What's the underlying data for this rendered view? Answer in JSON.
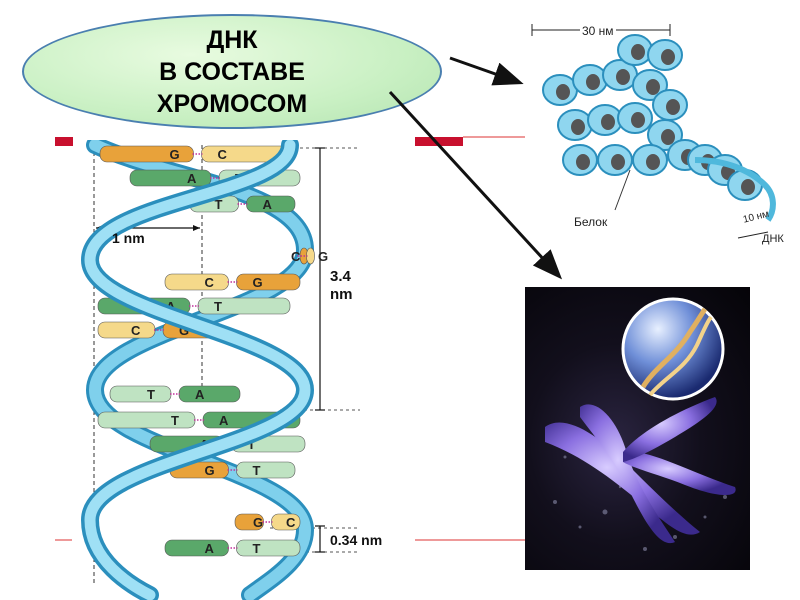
{
  "title": {
    "line1": "ДНК",
    "line2": "В СОСТАВЕ",
    "line3": "ХРОМОСОМ"
  },
  "dna_diagram": {
    "width_label": "1 nm",
    "turn_label_value": "3.4",
    "turn_label_unit": "nm",
    "base_step_label": "0.34 nm",
    "pairs": [
      {
        "left": "G",
        "right": "C"
      },
      {
        "left": "A",
        "right": "T"
      },
      {
        "left": "T",
        "right": "A"
      },
      {
        "left": "G",
        "right": "C"
      },
      {
        "left": "C",
        "right": "G"
      },
      {
        "left": "A",
        "right": "T"
      },
      {
        "left": "C",
        "right": "G"
      },
      {
        "left": "T",
        "right": "A"
      },
      {
        "left": "T",
        "right": "A"
      },
      {
        "left": "A",
        "right": "T"
      },
      {
        "left": "G",
        "right": "T"
      },
      {
        "left": "G",
        "right": "C"
      },
      {
        "left": "A",
        "right": "T"
      }
    ]
  },
  "chromatin_diagram": {
    "fiber_width_label": "30 нм",
    "protein_label": "Белок",
    "dna_width_label": "10 нм",
    "dna_label": "ДНК"
  },
  "colors": {
    "backbone": "#6ec6e6",
    "backbone_dark": "#2b8fbd",
    "guanine": "#e8a23a",
    "cytosine": "#f5d98a",
    "adenine": "#5aa86a",
    "thymine": "#bfe3c2",
    "accent_red": "#c8102e",
    "ellipse_fill": "#c9f0c3"
  }
}
